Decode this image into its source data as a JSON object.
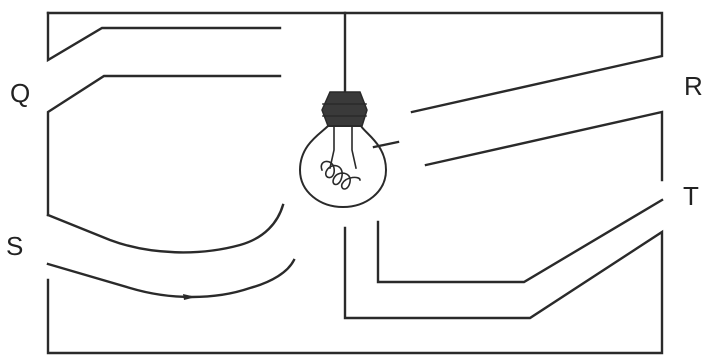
{
  "labels": {
    "q": "Q",
    "r": "R",
    "s": "S",
    "t": "T"
  },
  "colors": {
    "ink": "#2a2a2a",
    "socket": "#3a3a3a",
    "background": "#ffffff"
  },
  "icons": {
    "bulb": "light-bulb-icon",
    "socket": "bulb-socket-icon",
    "filament": "filament-icon",
    "arrow": "arrowhead-icon"
  }
}
